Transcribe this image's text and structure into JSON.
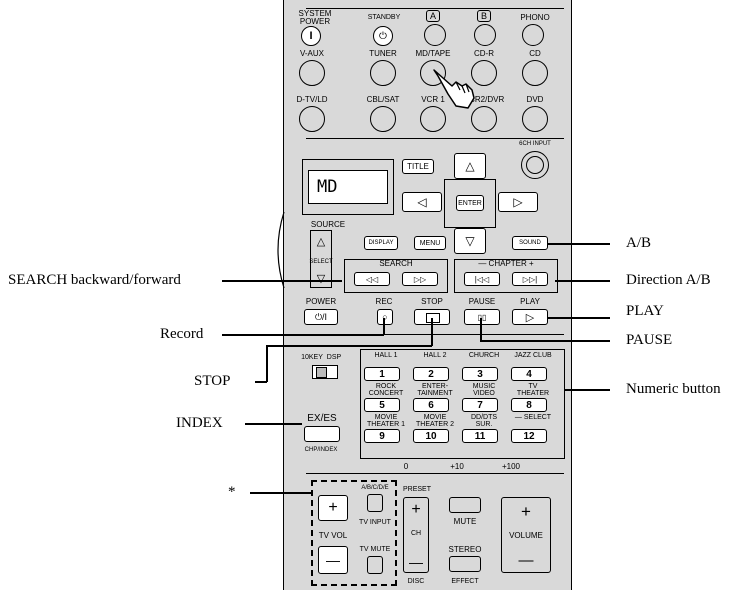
{
  "remote": {
    "row1_labels": [
      "SYSTEM\nPOWER",
      "STANDBY",
      "A",
      "B",
      "PHONO"
    ],
    "row1_glyphs": [
      "I",
      "⏻"
    ],
    "row2_labels": [
      "V-AUX",
      "TUNER",
      "MD/TAPE",
      "CD-R",
      "CD"
    ],
    "row3_labels": [
      "D-TV/LD",
      "CBL/SAT",
      "VCR 1",
      "VCR2/DVR",
      "DVD"
    ],
    "six_ch_input": "6CH INPUT",
    "display_text": "MD",
    "nav": {
      "title": "TITLE",
      "enter": "ENTER",
      "up": "△",
      "down": "▽",
      "left": "◁",
      "right": "▷"
    },
    "source": "SOURCE",
    "select": "SELECT",
    "source_up": "△",
    "source_down": "▽",
    "display_btn": "DISPLAY",
    "menu_btn": "MENU",
    "sound_btn": "SOUND",
    "search_label": "SEARCH",
    "search_back": "◁◁",
    "search_fwd": "▷▷",
    "chapter_label": "— CHAPTER +",
    "chapter_back": "|◁◁",
    "chapter_fwd": "▷▷|",
    "power": "POWER",
    "power_btn": "⏻/I",
    "rec": "REC",
    "rec_btn": "○",
    "stop": "STOP",
    "pause": "PAUSE",
    "pause_btn": "▯▯",
    "play": "PLAY",
    "play_btn": "▷",
    "tenkey": "10KEY",
    "dsp": "DSP",
    "numeric": [
      {
        "label": "HALL 1",
        "num": "1"
      },
      {
        "label": "HALL 2",
        "num": "2"
      },
      {
        "label": "CHURCH",
        "num": "3"
      },
      {
        "label": "JAZZ CLUB",
        "num": "4"
      },
      {
        "label": "ROCK\nCONCERT",
        "num": "5"
      },
      {
        "label": "ENTER-\nTAINMENT",
        "num": "6"
      },
      {
        "label": "MUSIC\nVIDEO",
        "num": "7"
      },
      {
        "label": "TV\nTHEATER",
        "num": "8"
      },
      {
        "label": "MOVIE\nTHEATER 1",
        "num": "9"
      },
      {
        "label": "MOVIE\nTHEATER 2",
        "num": "10"
      },
      {
        "label": "DD/DTS\nSUR.",
        "num": "11"
      },
      {
        "label": "— SELECT",
        "num": "12"
      }
    ],
    "below_num": [
      "0",
      "+10",
      "+100"
    ],
    "exes": "EX/ES",
    "chpindex": "CHP/INDEX",
    "abcde": "A/B/C/D/E",
    "tv_input": "TV INPUT",
    "tv_mute": "TV MUTE",
    "tv_vol": "TV VOL",
    "preset": "PRESET",
    "ch": "CH",
    "disc": "DISC",
    "mute": "MUTE",
    "stereo": "STEREO",
    "effect": "EFFECT",
    "volume": "VOLUME",
    "plus": "+",
    "minus": "—"
  },
  "callouts": {
    "ab": "A/B",
    "search": "SEARCH backward/forward",
    "direction": "Direction A/B",
    "play": "PLAY",
    "record": "Record",
    "pause": "PAUSE",
    "stop": "STOP",
    "numeric": "Numeric button",
    "index": "INDEX",
    "asterisk": "*"
  }
}
